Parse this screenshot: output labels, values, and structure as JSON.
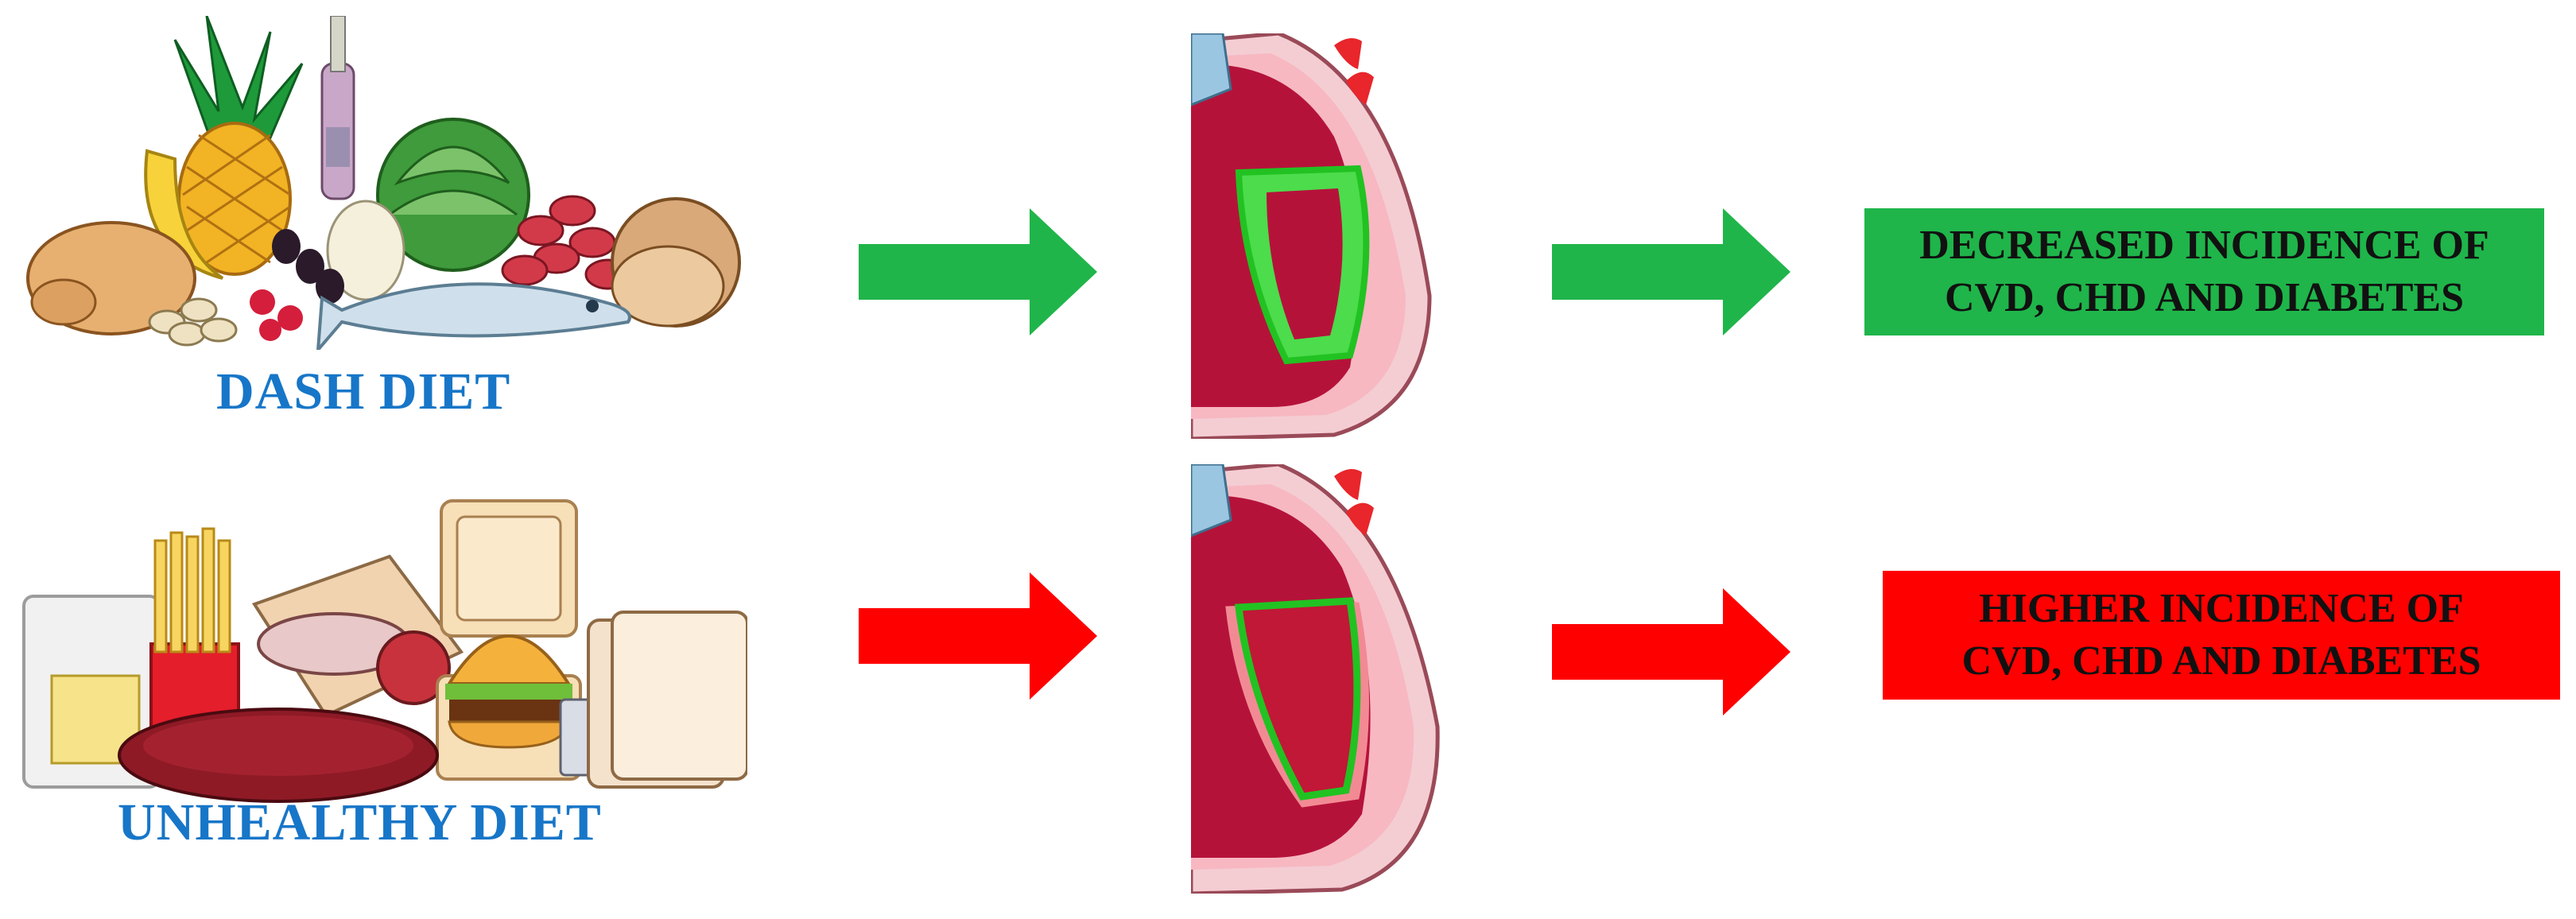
{
  "rows": [
    {
      "diet_label": "DASH DIET",
      "arrow_color": "#1fb54a",
      "outcome_line1": "DECREASED INCIDENCE OF",
      "outcome_line2": "CVD, CHD AND DIABETES",
      "outcome_color": "#1fb54a",
      "heart_outline_color": "#22c222"
    },
    {
      "diet_label": "UNHEALTHY DIET",
      "arrow_color": "#ff0000",
      "outcome_line1": "HIGHER INCIDENCE OF",
      "outcome_line2": "CVD, CHD AND DIABETES",
      "outcome_color": "#ff0000",
      "heart_outline_color": "#22c222"
    }
  ]
}
